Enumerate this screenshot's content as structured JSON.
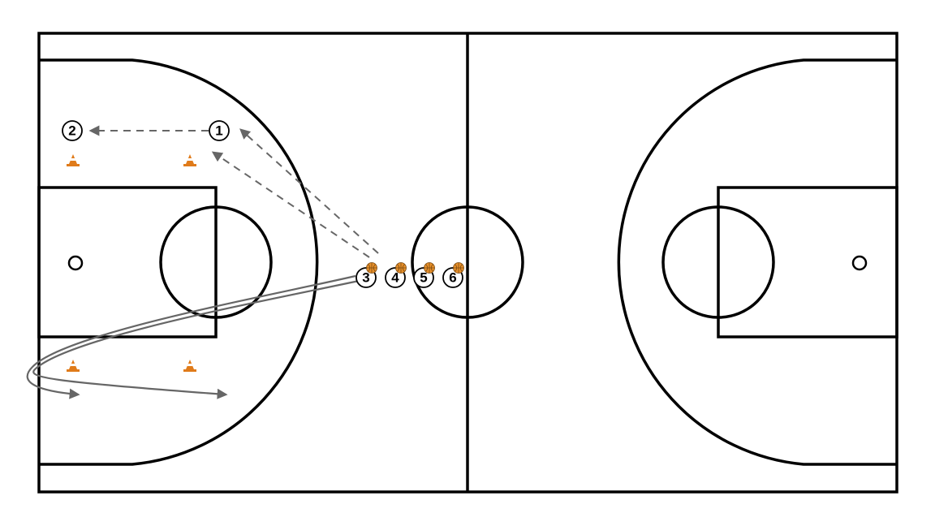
{
  "diagram": {
    "type": "basketball-drill",
    "court": "full-court",
    "colors": {
      "background": "#ffffff",
      "lines": "#000000",
      "movement": "#666666",
      "cone": "#e07b1a",
      "ball": "#e8902a"
    },
    "players": [
      {
        "id": "p1",
        "label": "1",
        "has_ball": false
      },
      {
        "id": "p2",
        "label": "2",
        "has_ball": false
      },
      {
        "id": "p3",
        "label": "3",
        "has_ball": true
      },
      {
        "id": "p4",
        "label": "4",
        "has_ball": true
      },
      {
        "id": "p5",
        "label": "5",
        "has_ball": true
      },
      {
        "id": "p6",
        "label": "6",
        "has_ball": true
      }
    ],
    "cones": 4,
    "movements": [
      {
        "type": "pass",
        "from": "3",
        "to": "1"
      },
      {
        "type": "pass",
        "from": "1",
        "to": "2"
      },
      {
        "type": "cut",
        "from": "3",
        "to": "1"
      },
      {
        "type": "dribble",
        "from": "3",
        "to": "left-corner"
      }
    ]
  }
}
